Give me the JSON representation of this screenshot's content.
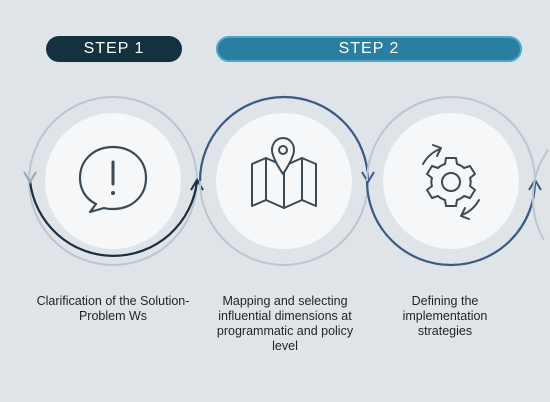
{
  "steps": [
    {
      "label": "STEP 1"
    },
    {
      "label": "STEP 2"
    }
  ],
  "stages": [
    {
      "icon": "exclamation-speech-bubble-icon",
      "caption": "Clarification of the Solution-Problem Ws"
    },
    {
      "icon": "map-pin-icon",
      "caption": "Mapping and selecting influential dimensions at programmatic and policy level"
    },
    {
      "icon": "gear-cycle-icon",
      "caption": "Defining the implementation strategies"
    }
  ],
  "colors": {
    "background": "#dfe4e9",
    "step1_fill": "#13313f",
    "step2_fill": "#2a7fa0",
    "step2_border": "#4aa8c9",
    "dark_arc": "#1a2f40",
    "blue_arc": "#3a5a86",
    "light_ring": "#b8c2cc",
    "icon_stroke": "#3c4a56",
    "caption_text": "#1d2329"
  }
}
